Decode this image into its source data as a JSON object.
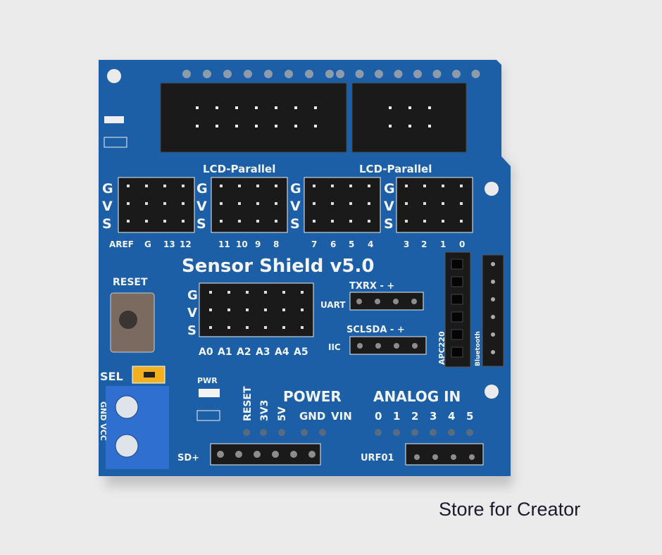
{
  "caption": "Store for Creator",
  "colors": {
    "background": "#ebebeb",
    "pcb": "#1d5fa6",
    "silkscreen": "#f2f4f8",
    "terminal": "#2f6fd0",
    "jumper": "#f0b020"
  },
  "board": {
    "title": "Sensor Shield v5.0",
    "lcd_label_1": "LCD-Parallel",
    "lcd_label_2": "LCD-Parallel",
    "gvs": [
      "G",
      "V",
      "S"
    ],
    "digital_pins": [
      "AREF",
      "G",
      "13",
      "12",
      "11",
      "10",
      "9",
      "8",
      "7",
      "6",
      "5",
      "4",
      "3",
      "2",
      "1",
      "0"
    ],
    "reset_label": "RESET",
    "analog_pins": [
      "A0",
      "A1",
      "A2",
      "A3",
      "A4",
      "A5"
    ],
    "uart_label": "UART",
    "uart_pins": "TXRX - +",
    "iic_label": "IIC",
    "iic_pins": "SCLSDA - +",
    "apc_label": "APC220",
    "bluetooth_label": "Bluetooth",
    "sel_label": "SEL",
    "pwr_label": "PWR",
    "terminal_label": "GND VCC",
    "power_title": "POWER",
    "power_pins": [
      "RESET",
      "3V3",
      "5V",
      "GND",
      "VIN"
    ],
    "analog_title": "ANALOG IN",
    "analog_in_pins": [
      "0",
      "1",
      "2",
      "3",
      "4",
      "5"
    ],
    "sd_label": "SD+",
    "urf_label": "URF01"
  }
}
